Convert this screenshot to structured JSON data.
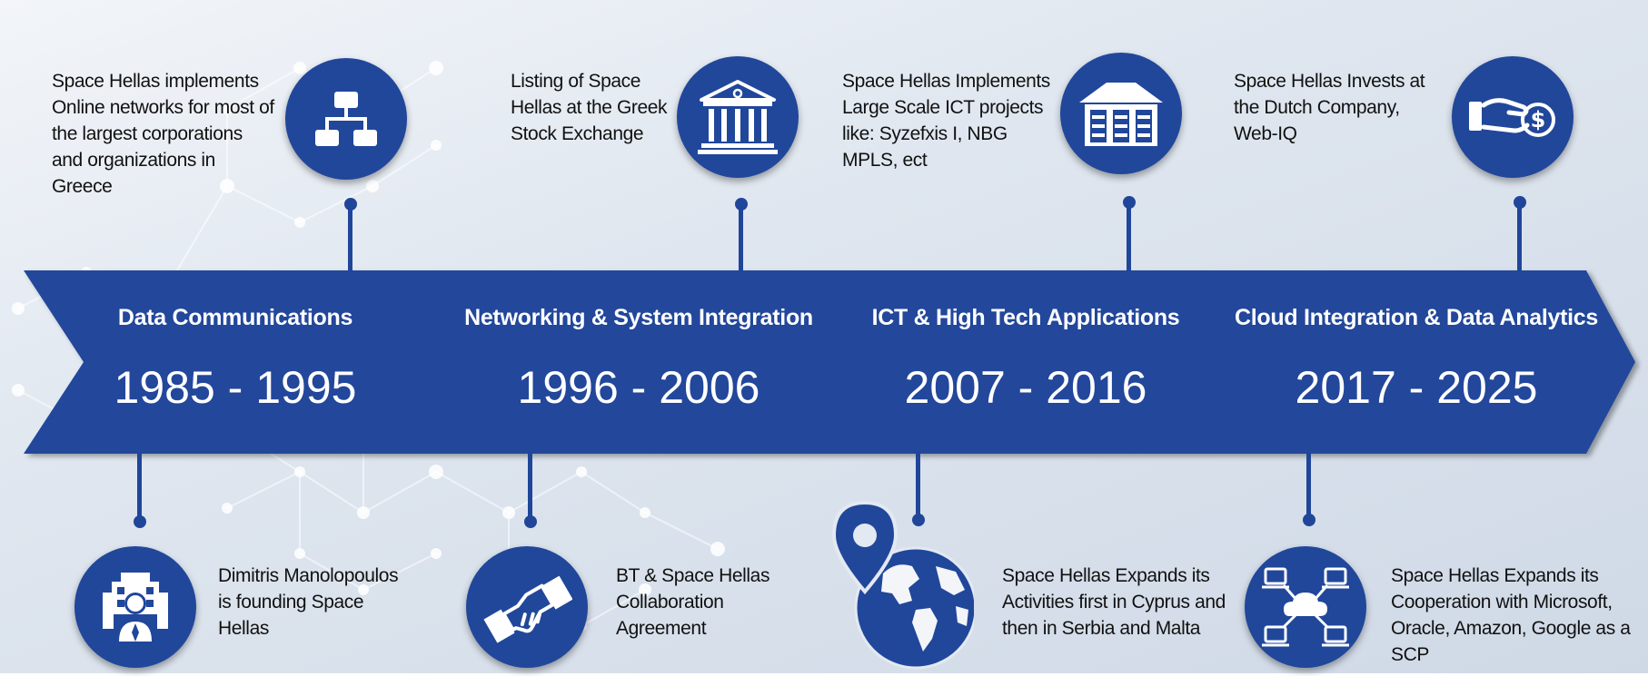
{
  "colors": {
    "primary": "#21479b",
    "text": "#111111",
    "background": "#dfe6ef"
  },
  "phases": [
    {
      "title": "Data Communications",
      "years": "1985 - 1995"
    },
    {
      "title": "Networking & System Integration",
      "years": "1996 - 2006"
    },
    {
      "title": "ICT & High Tech Applications",
      "years": "2007 - 2016"
    },
    {
      "title": "Cloud Integration & Data Analytics",
      "years": "2017 - 2025"
    }
  ],
  "events_top": [
    {
      "icon": "network-hierarchy-icon",
      "lines": [
        "Space Hellas implements",
        "Online networks for most of",
        "the largest corporations",
        "and organizations in",
        "Greece"
      ]
    },
    {
      "icon": "stock-exchange-building-icon",
      "lines": [
        "Listing of Space",
        "Hellas at the Greek",
        "Stock Exchange"
      ]
    },
    {
      "icon": "data-center-icon",
      "lines": [
        "Space Hellas Implements",
        "Large Scale ICT projects",
        "like: Syzefxis I, NBG",
        "MPLS, ect"
      ]
    },
    {
      "icon": "hand-coin-investment-icon",
      "lines": [
        "Space Hellas Invests at",
        "the Dutch Company,",
        "Web-IQ"
      ]
    }
  ],
  "events_bottom": [
    {
      "icon": "founder-office-icon",
      "lines": [
        "Dimitris Manolopoulos",
        "is founding Space",
        "Hellas"
      ]
    },
    {
      "icon": "handshake-icon",
      "lines": [
        "BT & Space Hellas",
        "Collaboration",
        "Agreement"
      ]
    },
    {
      "icon": "globe-location-pin-icon",
      "lines": [
        "Space Hellas Expands its",
        "Activities first in Cyprus and",
        "then in Serbia and Malta"
      ]
    },
    {
      "icon": "cloud-network-icon",
      "lines": [
        "Space Hellas Expands its",
        "Cooperation with Microsoft,",
        "Oracle, Amazon, Google as a",
        "SCP"
      ]
    }
  ]
}
